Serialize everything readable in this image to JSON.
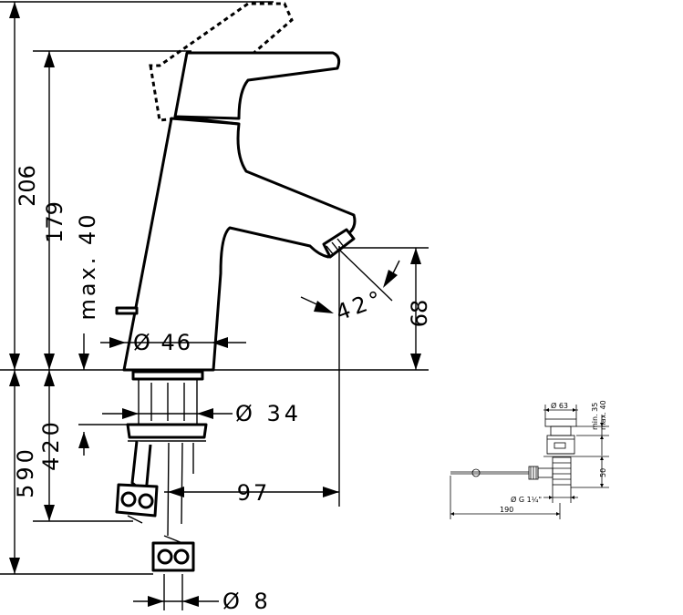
{
  "main_drawing": {
    "dim_total_height": "206",
    "dim_spout_height": "179",
    "dim_lever_clearance": "max. 40",
    "dim_outlet_height": "68",
    "dim_angle": "42°",
    "dim_base_diameter": "Ø 46",
    "dim_shank_diameter": "Ø 34",
    "dim_projection": "97",
    "dim_tail_length": "590",
    "dim_shank_length": "420",
    "dim_hose_diameter": "Ø 8"
  },
  "waste_drawing": {
    "dim_plug_diameter": "Ø 63",
    "dim_min": "min. 35",
    "dim_max": "max. 40",
    "dim_height": "50",
    "dim_thread": "Ø G 1¼\"",
    "dim_length": "190"
  }
}
